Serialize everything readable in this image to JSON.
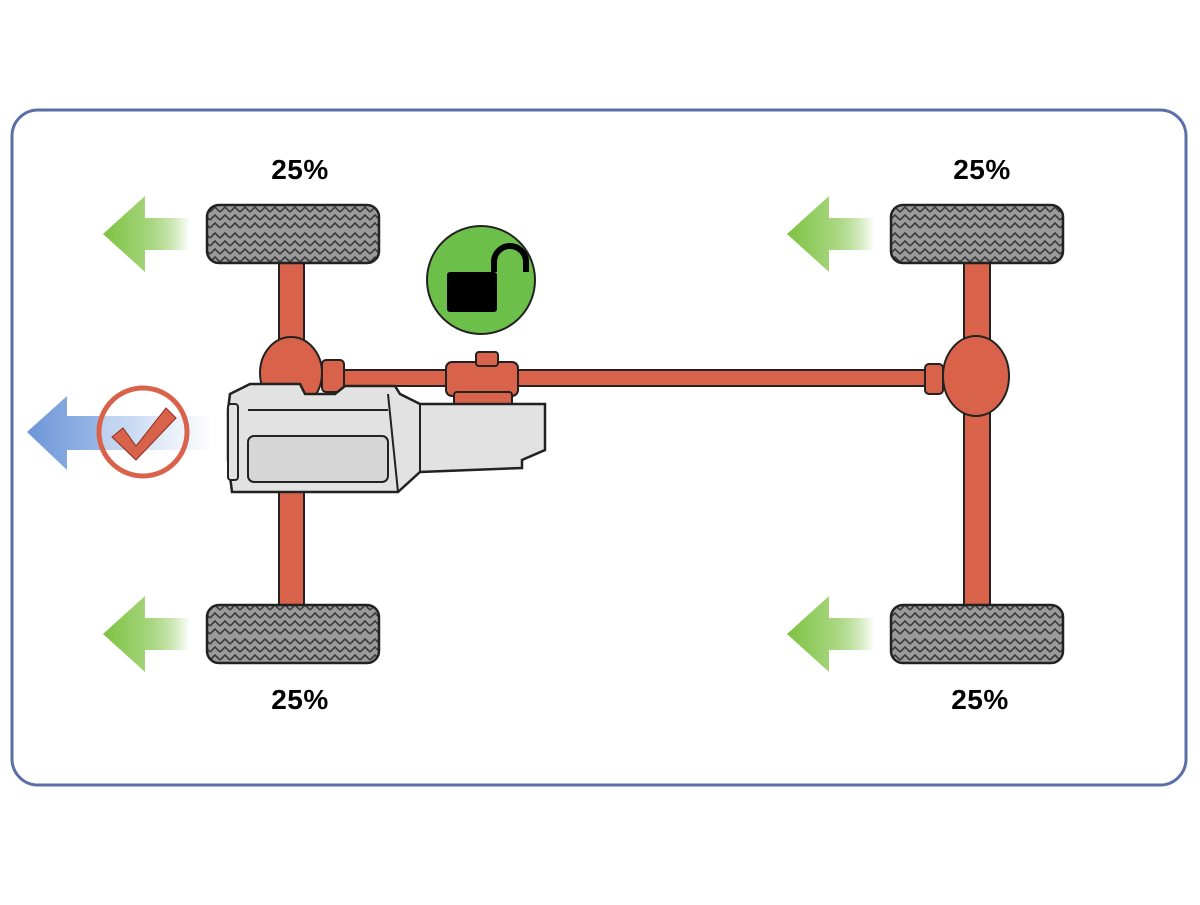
{
  "diagram": {
    "wheel_distribution": {
      "front_left": "25%",
      "rear_left": "25%",
      "front_right": "25%",
      "rear_right": "25%"
    },
    "icons": {
      "lock": "unlocked-padlock-icon",
      "check": "checkmark-icon"
    },
    "colors": {
      "frame_border": "#5a6fa8",
      "driveline": "#d9624a",
      "tire": "#9a9a9a",
      "engine_body": "#e2e2e2",
      "arrow_green": "#7cc242",
      "arrow_blue": "#6d96d8",
      "lock_circle": "#6cc04a",
      "check_ring": "#d9624a"
    }
  }
}
